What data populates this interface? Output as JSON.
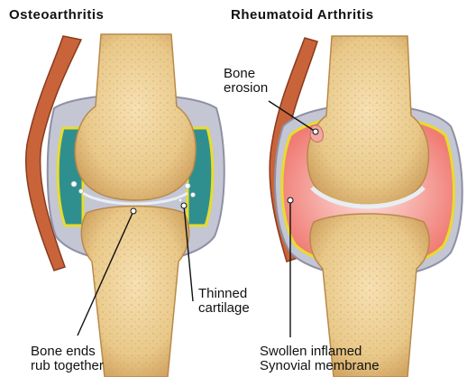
{
  "titles": {
    "left": "Osteoarthritis",
    "right": "Rheumatoid Arthritis"
  },
  "labels": {
    "bone_erosion": [
      "Bone",
      "erosion"
    ],
    "thinned_cartilage": [
      "Thinned",
      "cartilage"
    ],
    "bone_ends_rub": [
      "Bone ends",
      "rub together"
    ],
    "swollen_synovial": [
      "Swollen inflamed",
      "Synovial membrane"
    ]
  },
  "colors": {
    "bone": "#f0d29a",
    "bone_shade": "#d9b06a",
    "muscle": "#c9643a",
    "capsule": "#b8b8c8",
    "oa_fluid": "#2f8f8f",
    "ra_fluid": "#f6b8b3",
    "synovium_yellow": "#e8dc2a",
    "cartilage": "#e8eef2"
  }
}
